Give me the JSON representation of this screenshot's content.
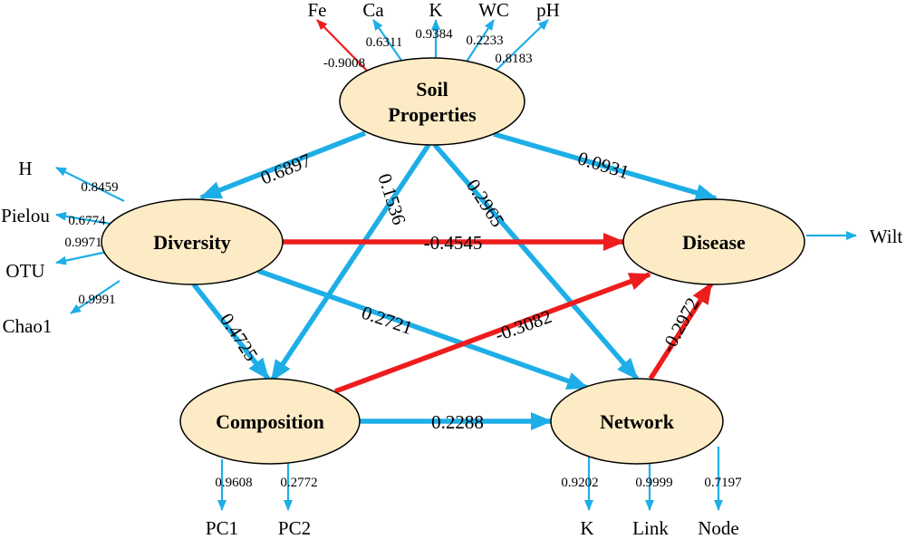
{
  "colors": {
    "positive": "#1eaee7",
    "negative": "#ee1c1c",
    "node_fill": "#fcebc5",
    "node_stroke": "#000000"
  },
  "constructs": {
    "soil": "Soil Properties",
    "diversity": "Diversity",
    "disease": "Disease",
    "composition": "Composition",
    "network": "Network"
  },
  "indicators": {
    "soil": [
      {
        "label": "Fe",
        "loading": "-0.9008",
        "sign": "negative"
      },
      {
        "label": "Ca",
        "loading": "0.6311",
        "sign": "positive"
      },
      {
        "label": "K",
        "loading": "0.9384",
        "sign": "positive"
      },
      {
        "label": "WC",
        "loading": "0.2233",
        "sign": "positive"
      },
      {
        "label": "pH",
        "loading": "0.8183",
        "sign": "positive"
      }
    ],
    "diversity": [
      {
        "label": "H",
        "loading": "0.8459",
        "sign": "positive"
      },
      {
        "label": "Pielou",
        "loading": "0.6774",
        "sign": "positive"
      },
      {
        "label": "OTU",
        "loading": "0.9971",
        "sign": "positive"
      },
      {
        "label": "Chao1",
        "loading": "0.9991",
        "sign": "positive"
      }
    ],
    "disease": [
      {
        "label": "Wilt",
        "loading": "",
        "sign": "positive"
      }
    ],
    "composition": [
      {
        "label": "PC1",
        "loading": "0.9608",
        "sign": "positive"
      },
      {
        "label": "PC2",
        "loading": "0.2772",
        "sign": "positive"
      }
    ],
    "network": [
      {
        "label": "K",
        "loading": "0.9202",
        "sign": "positive"
      },
      {
        "label": "Link",
        "loading": "0.9999",
        "sign": "positive"
      },
      {
        "label": "Node",
        "loading": "0.7197",
        "sign": "positive"
      }
    ]
  },
  "paths": [
    {
      "from": "soil",
      "to": "diversity",
      "coefficient": "0.6897",
      "sign": "positive"
    },
    {
      "from": "soil",
      "to": "composition",
      "coefficient": "0.1536",
      "sign": "positive"
    },
    {
      "from": "soil",
      "to": "network",
      "coefficient": "0.2965",
      "sign": "positive"
    },
    {
      "from": "soil",
      "to": "disease",
      "coefficient": "0.0931",
      "sign": "positive"
    },
    {
      "from": "diversity",
      "to": "disease",
      "coefficient": "-0.4545",
      "sign": "negative"
    },
    {
      "from": "diversity",
      "to": "composition",
      "coefficient": "0.4725",
      "sign": "positive"
    },
    {
      "from": "diversity",
      "to": "network",
      "coefficient": "0.2721",
      "sign": "positive"
    },
    {
      "from": "composition",
      "to": "disease",
      "coefficient": "-0.3082",
      "sign": "negative"
    },
    {
      "from": "composition",
      "to": "network",
      "coefficient": "0.2288",
      "sign": "positive"
    },
    {
      "from": "network",
      "to": "disease",
      "coefficient": "-0.2972",
      "sign": "negative"
    }
  ]
}
